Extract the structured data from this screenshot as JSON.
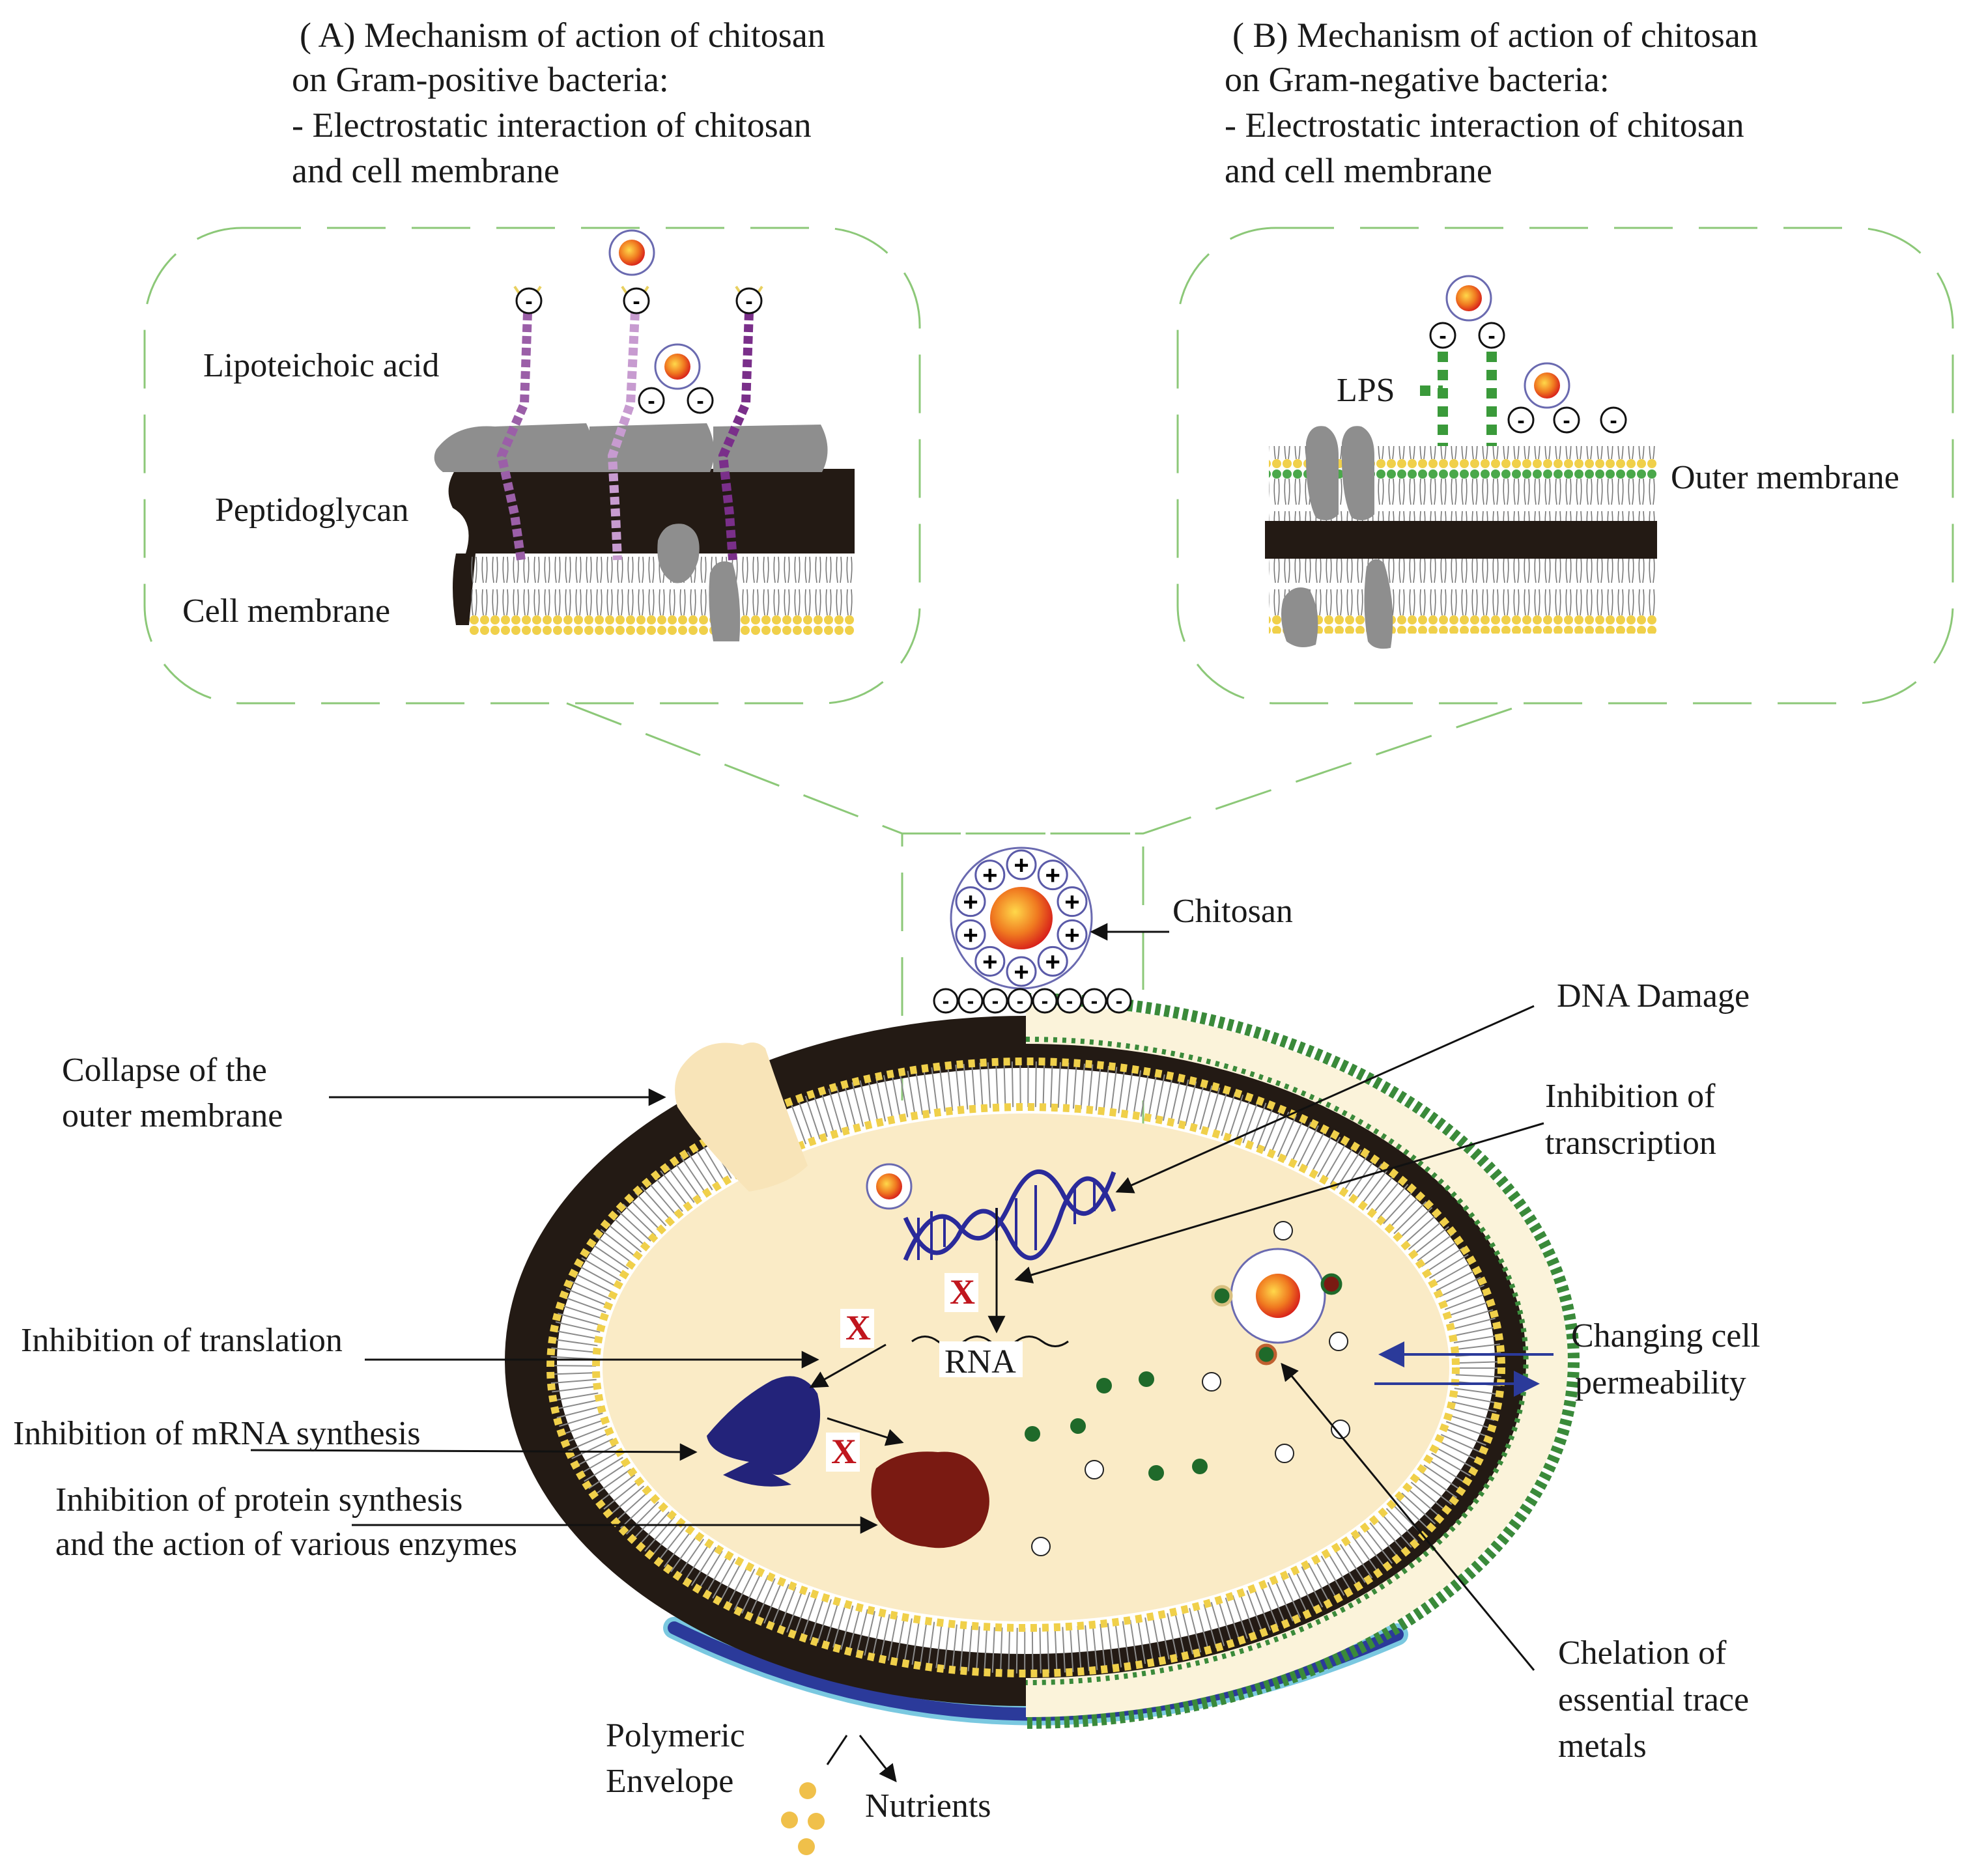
{
  "panel_a": {
    "title_lines": [
      "( A) Mechanism of action of chitosan",
      "on Gram-positive bacteria:",
      "- Electrostatic interaction of chitosan",
      "and cell membrane"
    ],
    "labels": {
      "lipoteichoic": "Lipoteichoic acid",
      "peptidoglycan": "Peptidoglycan",
      "cell_membrane": "Cell membrane"
    }
  },
  "panel_b": {
    "title_lines": [
      "( B) Mechanism of action of chitosan",
      "on Gram-negative bacteria:",
      "- Electrostatic interaction of chitosan",
      "and cell membrane"
    ],
    "labels": {
      "lps": "LPS",
      "outer_membrane": "Outer membrane"
    }
  },
  "cell": {
    "chitosan": "Chitosan",
    "dna_damage": "DNA Damage",
    "transcription": [
      "Inhibition of",
      "transcription"
    ],
    "collapse": [
      "Collapse of the",
      "outer membrane"
    ],
    "translation": "Inhibition of translation",
    "mrna": "Inhibition of mRNA synthesis",
    "protein": [
      "Inhibition of protein synthesis",
      "and the action of various enzymes"
    ],
    "permeability": [
      "Changing cell",
      "permeability"
    ],
    "chelation": [
      "Chelation of",
      "essential trace",
      "metals"
    ],
    "envelope": [
      "Polymeric",
      "Envelope"
    ],
    "nutrients": "Nutrients",
    "rna": "RNA",
    "x_mark": "X",
    "plus": "+",
    "minus": "-"
  },
  "colors": {
    "wall": "#231a14",
    "cytoplasm": "#faebc6",
    "lipid_head": "#f0d04a",
    "green_membrane": "#3a8a3a",
    "dna": "#2a2a9a",
    "protein_blue": "#23237a",
    "protein_red": "#7a1a12",
    "envelope": "#2b3a9a",
    "dashed_green": "#8cc878"
  }
}
